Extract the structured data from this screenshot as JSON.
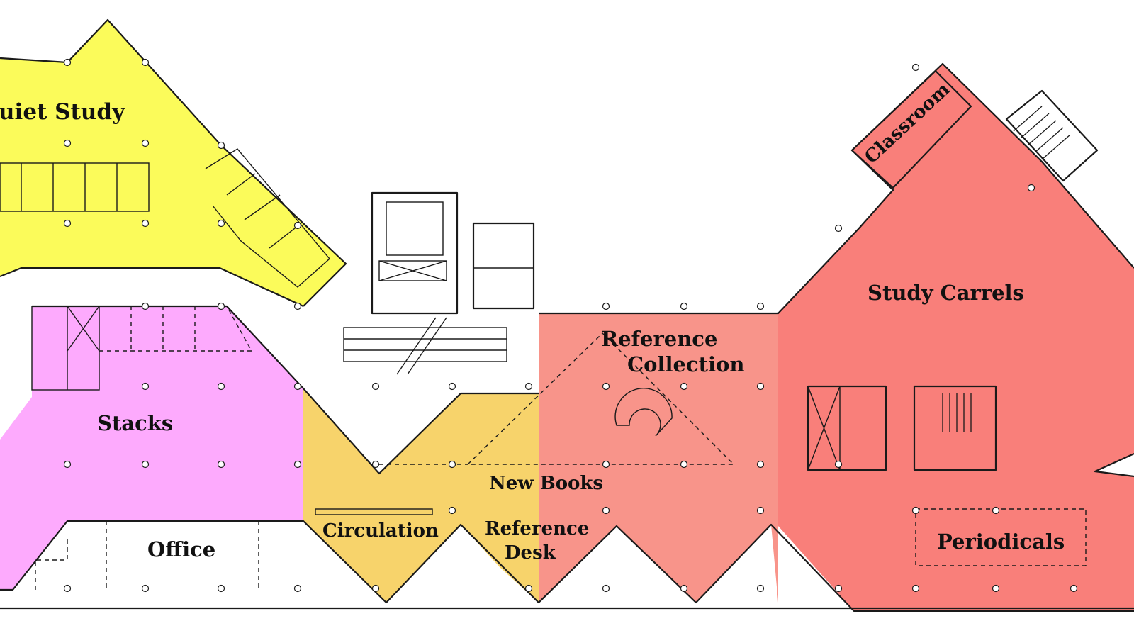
{
  "plan": {
    "zones": [
      {
        "id": "quiet-study",
        "label": "uiet Study",
        "color": "#fbfb5a"
      },
      {
        "id": "stacks",
        "label": "Stacks",
        "color": "#fdaafd"
      },
      {
        "id": "office",
        "label": "Office",
        "color": "#ffffff"
      },
      {
        "id": "circulation",
        "label": "Circulation",
        "color": "#f7d36b"
      },
      {
        "id": "new-books",
        "label": "New Books",
        "color": "#f7d36b"
      },
      {
        "id": "reference-desk",
        "label_line1": "Reference",
        "label_line2": "Desk",
        "color": "#f7d36b"
      },
      {
        "id": "reference-collection",
        "label_line1": "Reference",
        "label_line2": "Collection",
        "color": "#f8948a"
      },
      {
        "id": "study-carrels",
        "label": "Study Carrels",
        "color": "#f97f7a"
      },
      {
        "id": "classroom",
        "label": "Classroom",
        "color": "#f97f7a"
      },
      {
        "id": "periodicals",
        "label": "Periodicals",
        "color": "#f97f7a"
      }
    ]
  }
}
